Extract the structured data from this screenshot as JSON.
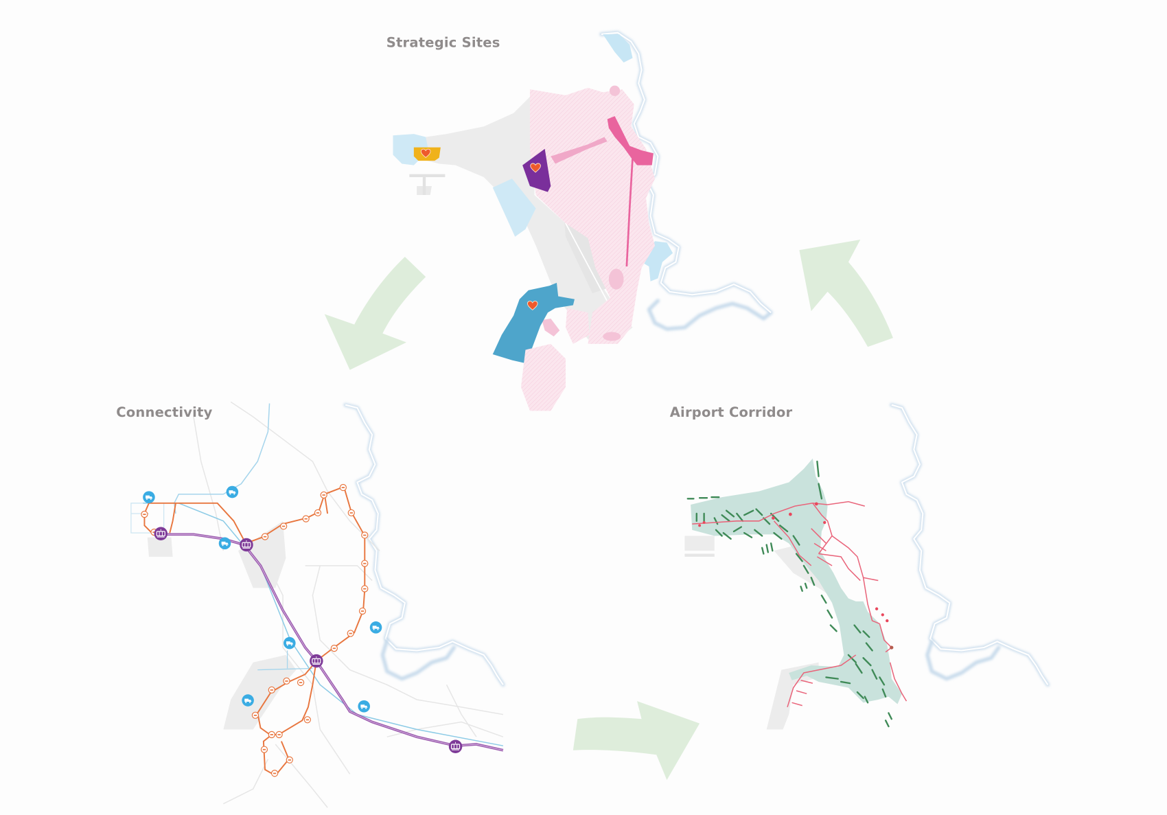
{
  "diagram": {
    "panels": [
      {
        "id": "strategic-sites",
        "title": "Strategic Sites"
      },
      {
        "id": "connectivity",
        "title": "Connectivity"
      },
      {
        "id": "airport-corridor",
        "title": "Airport Corridor"
      }
    ],
    "flow": [
      "Strategic Sites",
      "Connectivity",
      "Airport Corridor",
      "Strategic Sites"
    ],
    "arrows": [
      {
        "from": "Strategic Sites",
        "to": "Connectivity",
        "direction": "down-left"
      },
      {
        "from": "Connectivity",
        "to": "Airport Corridor",
        "direction": "right"
      },
      {
        "from": "Airport Corridor",
        "to": "Strategic Sites",
        "direction": "up-left"
      }
    ],
    "legend_icons": {
      "site_marker": "heart-icon",
      "rail_station": "train-icon",
      "bus_stop": "bus-stop-icon",
      "ferry_terminal": "ferry-icon"
    },
    "colors": {
      "title": "#8f8b8b",
      "arrow": "#deeddb",
      "water": "#c7e6f5",
      "coast": "#c9dcec",
      "land_grey": "#ececec",
      "pink_zone": "#f9dde7",
      "pink_strong": "#e9649e",
      "site_purple": "#7a2f9b",
      "site_blue": "#4ea5cb",
      "site_yellow": "#f0b21b",
      "heart": "#ee5a2c",
      "rail_purple": "#9b5aae",
      "bus_orange": "#e8763f",
      "ferry_blue": "#3aace3",
      "corridor_teal": "#c9e2dc",
      "corridor_green": "#3f8a57",
      "corridor_path": "#e9647a"
    }
  }
}
